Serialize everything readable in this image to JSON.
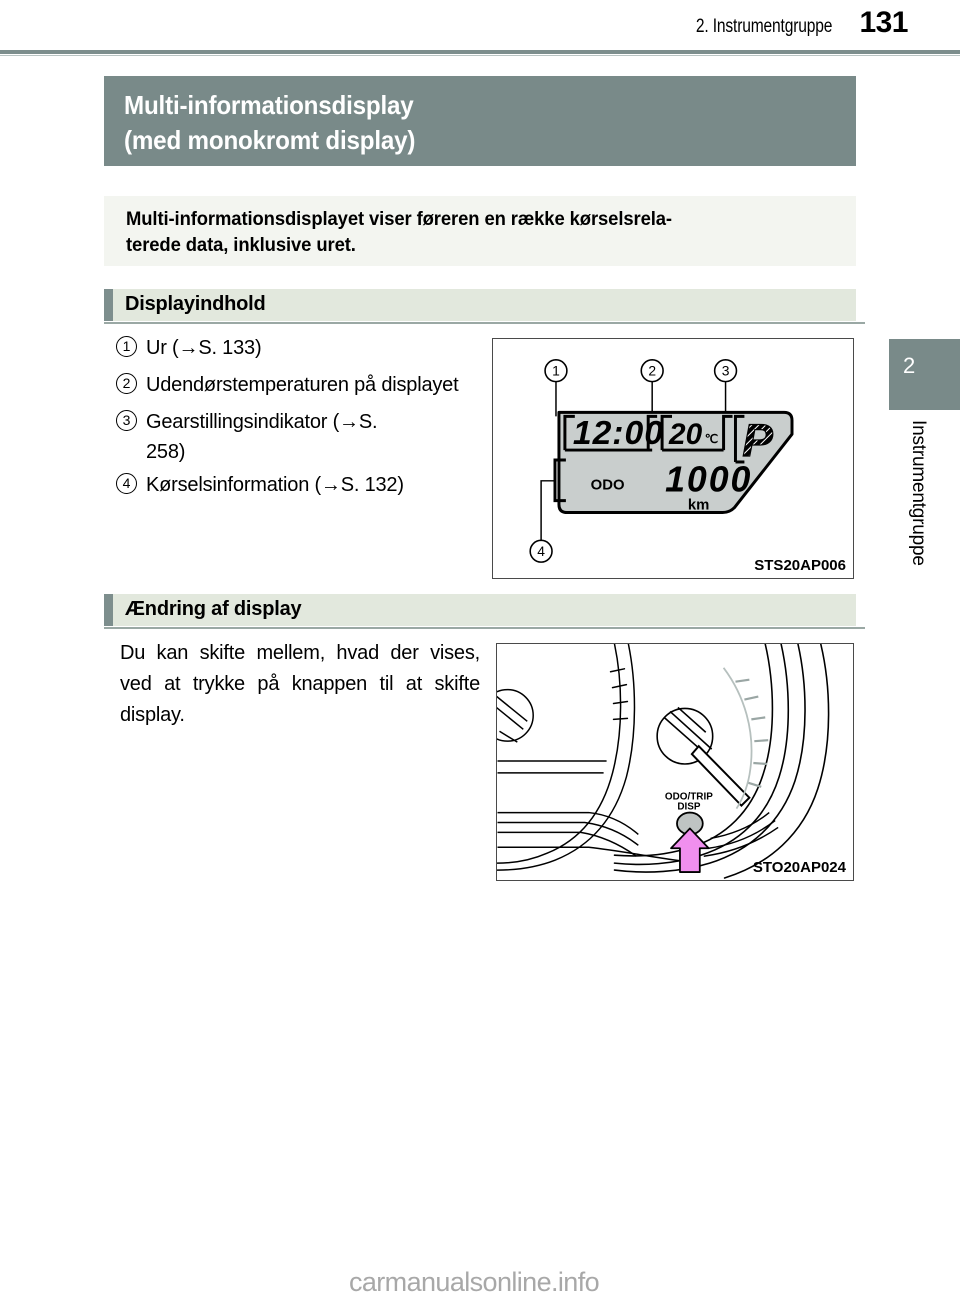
{
  "header": {
    "chapter_label": "2. Instrumentgruppe",
    "page_number": "131"
  },
  "title": {
    "line1": "Multi-informationsdisplay",
    "line2": "(med monokromt display)"
  },
  "intro": {
    "line1": "Multi-informationsdisplayet viser føreren en række kørselsrela-",
    "line2": "terede data, inklusive uret."
  },
  "sections": [
    {
      "id": "display-content",
      "heading": "Displayindhold",
      "items": [
        {
          "num": "1",
          "text": "Ur (→S. 133)"
        },
        {
          "num": "2",
          "text": "Udendørstemperaturen på displayet"
        },
        {
          "num": "3",
          "text": "Gearstillingsindikator (→S. 258)"
        },
        {
          "num": "4",
          "text": "Kørselsinformation (→S. 132)"
        }
      ]
    },
    {
      "id": "change-display",
      "heading": "Ændring af display",
      "paragraph": "Du kan skifte mellem, hvad der vises, ved at trykke på knappen til at skifte display."
    }
  ],
  "figures": [
    {
      "id": "lcd",
      "code": "STS20AP006",
      "callouts": [
        "1",
        "2",
        "3",
        "4"
      ],
      "lcd": {
        "clock": "12:00",
        "temperature": "20",
        "temperature_unit": "℃",
        "gear": "P",
        "odo_label": "ODO",
        "odo_value": "1000",
        "odo_unit": "km"
      }
    },
    {
      "id": "cluster",
      "code": "STO20AP024",
      "button_label_line1": "ODO/TRIP",
      "button_label_line2": "DISP"
    }
  ],
  "chapter_tab": {
    "number": "2",
    "label": "Instrumentgruppe"
  },
  "footer": {
    "watermark": "carmanualsonline.info"
  },
  "colors": {
    "brand_gray_green": "#798a89",
    "intro_bg": "#f3f5f0",
    "section_bg": "#e2e8dd",
    "lcd_panel": "#c9cecd",
    "arrow_pink": "#f08fee"
  }
}
